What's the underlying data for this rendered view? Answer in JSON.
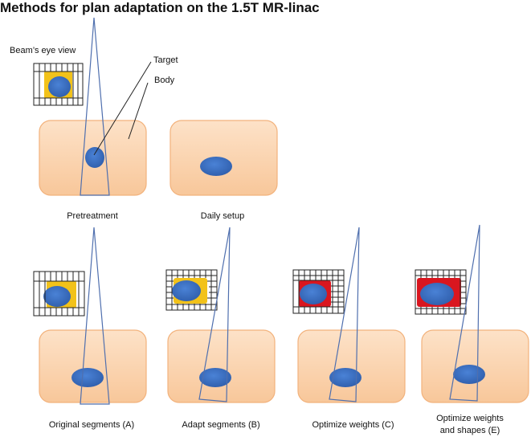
{
  "title": "Methods for plan adaptation on the 1.5T MR-linac",
  "labels": {
    "beams_eye_view": "Beam’s eye view",
    "target": "Target",
    "body": "Body"
  },
  "captions": {
    "pretreatment": "Pretreatment",
    "daily_setup": "Daily setup",
    "original_segments": "Original segments (A)",
    "adapt_segments": "Adapt segments (B)",
    "optimize_weights": "Optimize weights (C)",
    "optimize_weights_shapes_line1": "Optimize weights",
    "optimize_weights_shapes_line2": "and shapes (E)"
  },
  "colors": {
    "body_fill": "#fbd3ae",
    "body_stroke": "#f2b27c",
    "target_fill": "#3b6fc2",
    "beam_stroke": "#4f6fae",
    "segment_original": "#f2c21a",
    "segment_weighted": "#d9161f"
  }
}
